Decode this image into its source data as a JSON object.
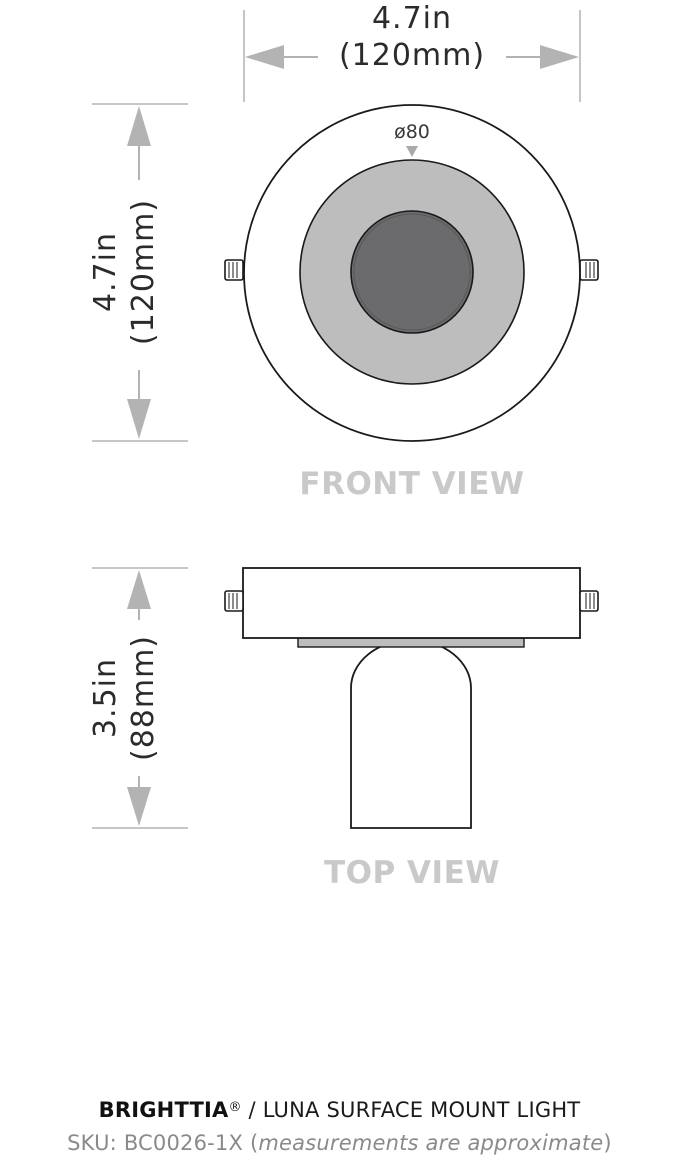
{
  "dimensions": {
    "width_in": "4.7in",
    "width_mm": "(120mm)",
    "height_front_in": "4.7in",
    "height_front_mm": "(120mm)",
    "height_top_in": "3.5in",
    "height_top_mm": "(88mm)",
    "diameter": "ø80"
  },
  "views": {
    "front": "FRONT VIEW",
    "top": "TOP VIEW"
  },
  "footer": {
    "brand": "BRIGHTTIA",
    "registered": "®",
    "separator": " / ",
    "product": "LUNA SURFACE MOUNT LIGHT",
    "sku_label": "SKU: BC0026-1X",
    "note_open": " (",
    "note": "measurements are approximate",
    "note_close": ")"
  },
  "colors": {
    "outline": "#1a1a1a",
    "dimension_line": "#b3b3b3",
    "inner_ring": "#bdbdbd",
    "lens": "#6b6b6e",
    "view_label": "#c9c9c9"
  }
}
